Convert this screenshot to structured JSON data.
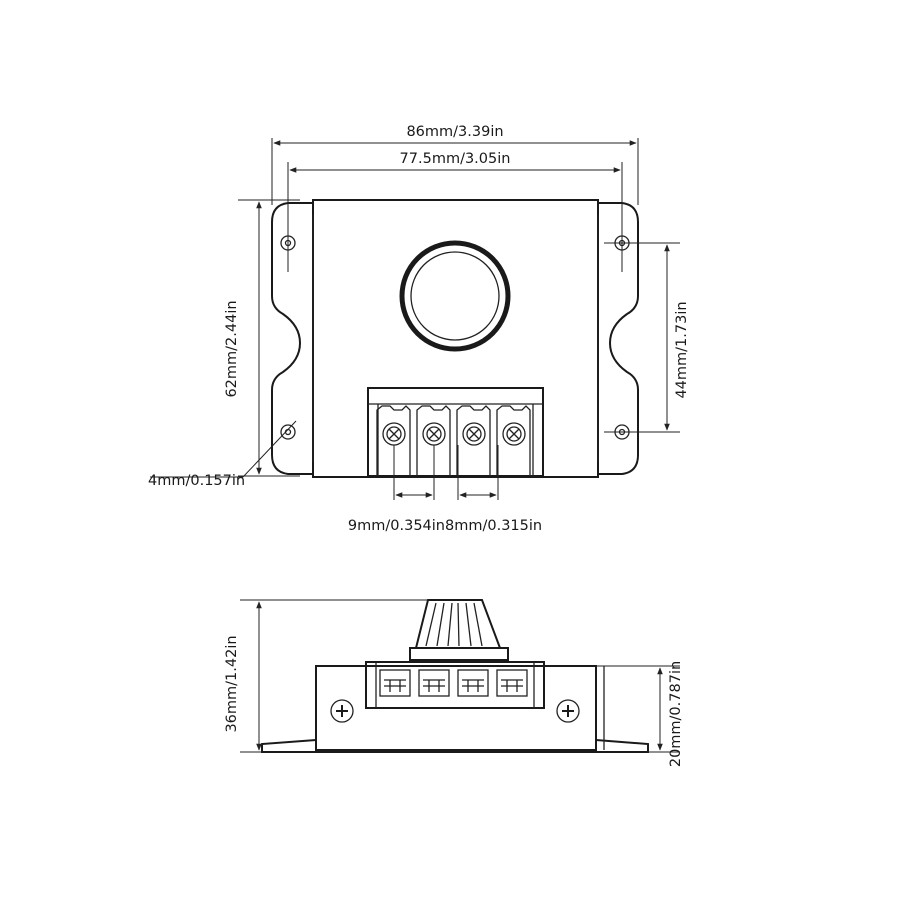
{
  "top_view": {
    "overall_width": "86mm/3.39in",
    "hole_spacing_width": "77.5mm/3.05in",
    "overall_height": "62mm/2.44in",
    "hole_spacing_height": "44mm/1.73in",
    "hole_diameter": "4mm/0.157in",
    "terminal_pitch": "9mm/0.354in8mm/0.315in"
  },
  "side_view": {
    "total_height": "36mm/1.42in",
    "body_height": "20mm/0.787in"
  }
}
